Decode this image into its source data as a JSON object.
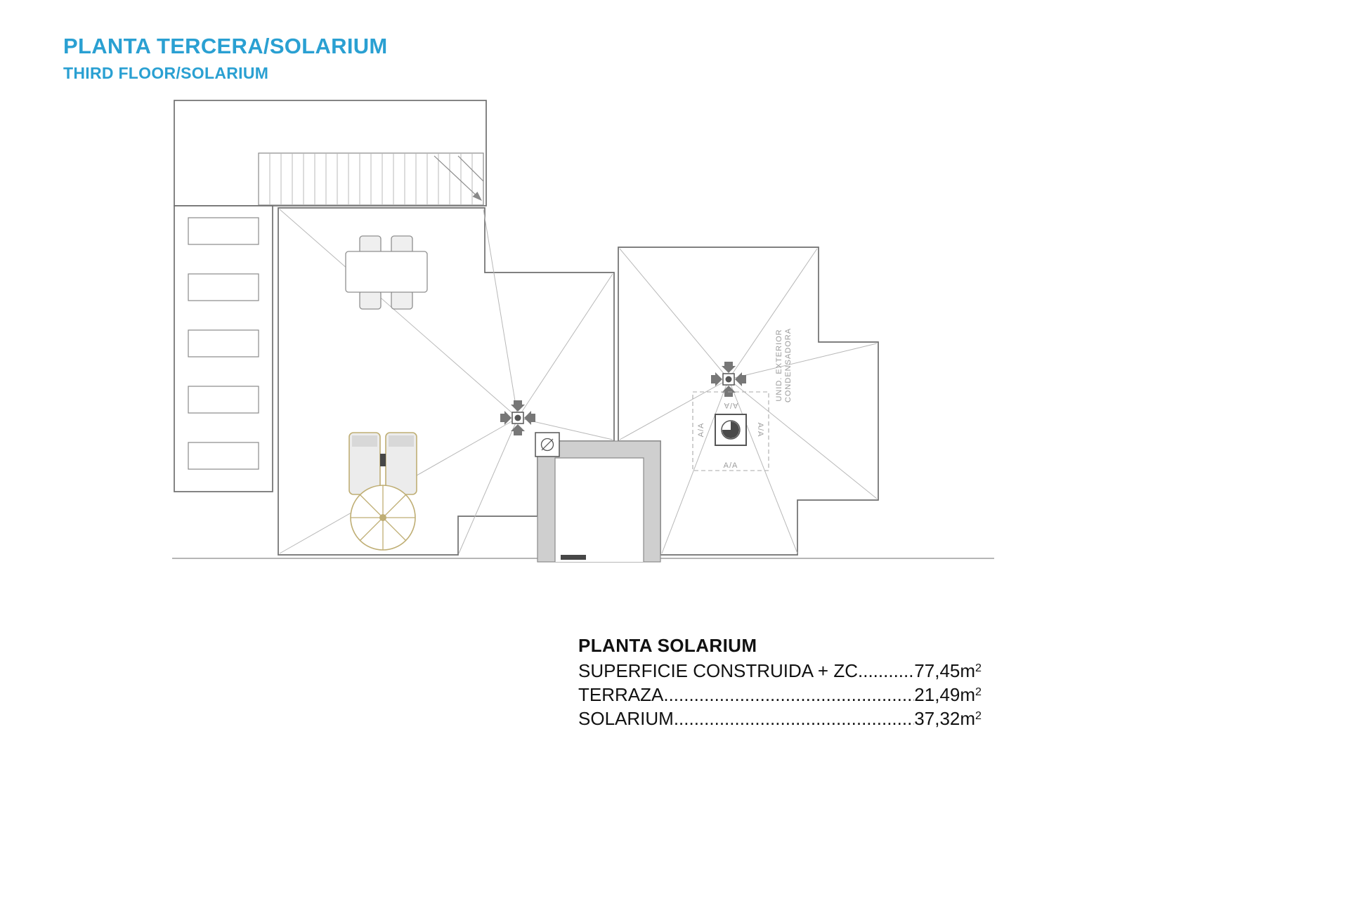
{
  "header": {
    "title": "PLANTA TERCERA/SOLARIUM",
    "subtitle": "THIRD FLOOR/SOLARIUM"
  },
  "plan": {
    "ac_label_line1": "UNID. EXTERIOR",
    "ac_label_line2": "CONDENSADORA",
    "aa_top": "A/A",
    "aa_left": "A/A",
    "aa_right": "A/A",
    "aa_bottom": "A/A"
  },
  "legend": {
    "title": "PLANTA SOLARIUM",
    "leader": "........................................................................................................................................................",
    "rows": [
      {
        "label": "SUPERFICIE CONSTRUIDA + ZC",
        "value": "77,45m",
        "sup": "2"
      },
      {
        "label": "TERRAZA",
        "value": "21,49m",
        "sup": "2"
      },
      {
        "label": "SOLARIUM",
        "value": "37,32m",
        "sup": "2"
      }
    ]
  },
  "colors": {
    "accent": "#2aa0d2",
    "line": "#6f6f6f",
    "line_light": "#b8b8b8",
    "wall_fill": "#cfcfcf",
    "tan": "#bfae74",
    "text": "#111111"
  }
}
